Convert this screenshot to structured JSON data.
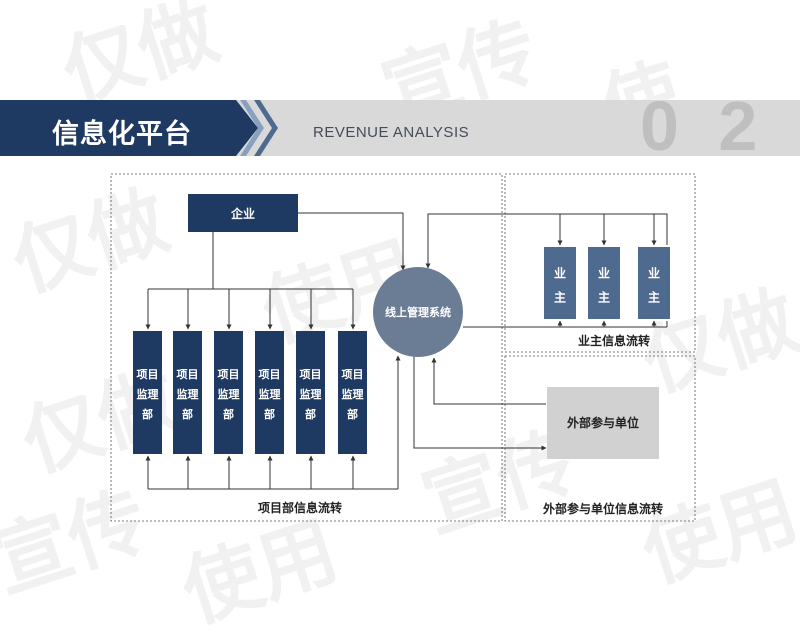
{
  "header": {
    "title": "信息化平台",
    "subtitle": "REVENUE ANALYSIS",
    "number": "0 2"
  },
  "diagram": {
    "enterprise": "企业",
    "platform": "线上管理系统",
    "project_dept_label": "项目监理部",
    "project_dept_count": 6,
    "owner_label": "业主",
    "owner_count": 3,
    "external_unit": "外部参与单位",
    "captions": {
      "project_flow": "项目部信息流转",
      "owner_flow": "业主信息流转",
      "external_flow": "外部参与单位信息流转"
    }
  },
  "colors": {
    "navy": "#1e3a62",
    "slate": "#4f6a8f",
    "platform": "#6b7c95",
    "gray_box": "#d1d1d1",
    "chevron_light": "#8aa0bf",
    "line": "#333333"
  }
}
